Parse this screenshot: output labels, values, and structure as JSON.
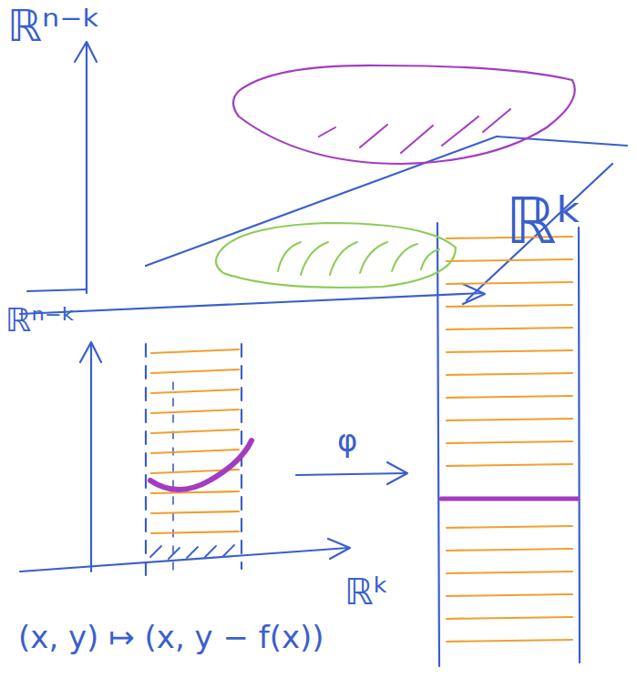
{
  "diagram": {
    "labels": [
      "ℝⁿ⁻ᵏ",
      "ℝᵏ",
      "ℝⁿ⁻ᵏ",
      "ℝᵏ",
      "φ",
      "(x, y) ↦ (x, y − f(x))"
    ]
  }
}
